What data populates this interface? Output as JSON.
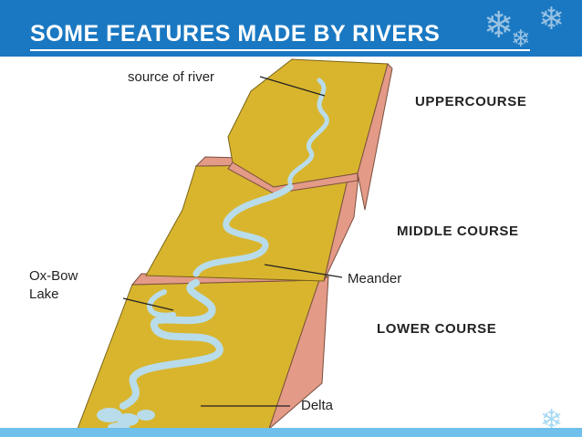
{
  "slide": {
    "title": "SOME FEATURES MADE BY RIVERS"
  },
  "colors": {
    "title_bar": "#1a78c2",
    "land": "#d9b52e",
    "cliff": "#e39a87",
    "river": "#b8dcea",
    "accent_bar": "#6fc0ea"
  },
  "labels": {
    "source": "source of river",
    "upper": "UPPERCOURSE",
    "middle": "MIDDLE COURSE",
    "lower": "LOWER COURSE",
    "oxbow_line1": "Ox-Bow",
    "oxbow_line2": "Lake",
    "meander": "Meander",
    "delta": "Delta"
  },
  "icons": {
    "decoration": "snowflake-icon"
  }
}
